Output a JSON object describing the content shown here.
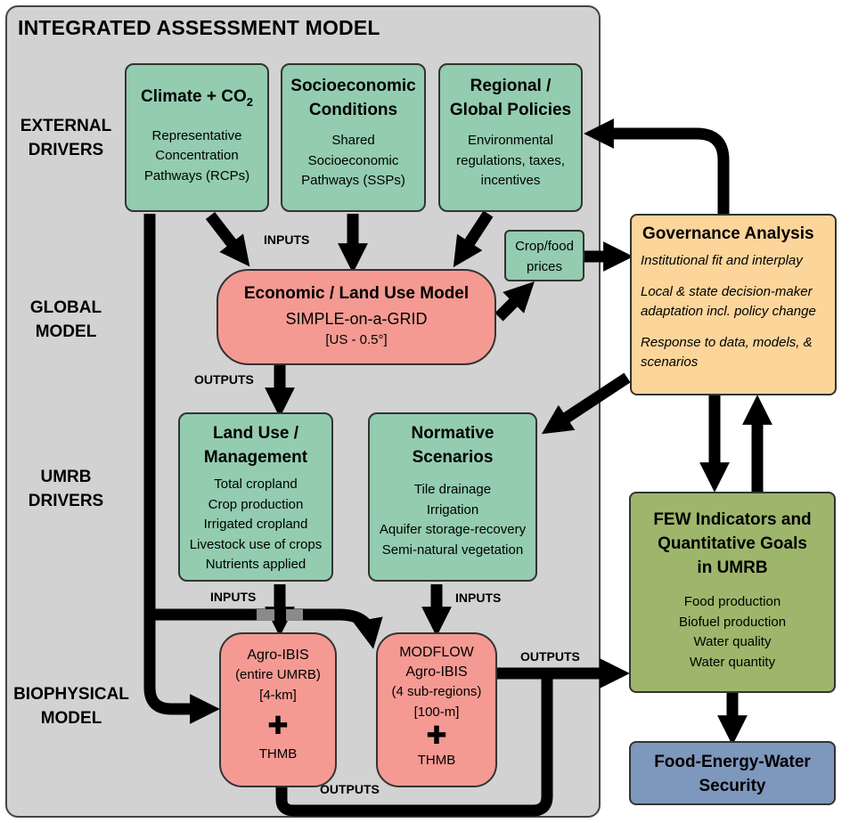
{
  "iam_title": "INTEGRATED ASSESSMENT MODEL",
  "row_labels": {
    "external": [
      "EXTERNAL",
      "DRIVERS"
    ],
    "global": [
      "GLOBAL",
      "MODEL"
    ],
    "umrb": [
      "UMRB",
      "DRIVERS"
    ],
    "biophysical": [
      "BIOPHYSICAL",
      "MODEL"
    ]
  },
  "climate": {
    "title": "Climate + CO",
    "title_sub": "2",
    "lines": [
      "Representative",
      "Concentration",
      "Pathways (RCPs)"
    ]
  },
  "socio": {
    "title": [
      "Socioeconomic",
      "Conditions"
    ],
    "lines": [
      "Shared",
      "Socioeconomic",
      "Pathways (SSPs)"
    ]
  },
  "policies": {
    "title": [
      "Regional /",
      "Global Policies"
    ],
    "lines": [
      "Environmental",
      "regulations, taxes,",
      "incentives"
    ]
  },
  "crop_prices": [
    "Crop/food",
    "prices"
  ],
  "economic": {
    "title": "Economic / Land Use Model",
    "subtitle": "SIMPLE-on-a-GRID",
    "resolution": "[US - 0.5°]"
  },
  "land_use": {
    "title": [
      "Land Use /",
      "Management"
    ],
    "lines": [
      "Total cropland",
      "Crop production",
      "Irrigated cropland",
      "Livestock use of crops",
      "Nutrients applied"
    ]
  },
  "normative": {
    "title": [
      "Normative",
      "Scenarios"
    ],
    "lines": [
      "Tile drainage",
      "Irrigation",
      "Aquifer storage-recovery",
      "Semi-natural vegetation"
    ]
  },
  "agro": {
    "lines": [
      "Agro-IBIS",
      "(entire UMRB)",
      "[4-km]"
    ],
    "plus": "✚",
    "thmb": "THMB"
  },
  "modflow": {
    "lines": [
      "MODFLOW",
      "Agro-IBIS",
      "(4 sub-regions)",
      "[100-m]"
    ],
    "plus": "✚",
    "thmb": "THMB"
  },
  "governance": {
    "title": "Governance Analysis",
    "items": [
      [
        "Institutional fit and interplay"
      ],
      [
        "Local & state decision-maker",
        "adaptation incl. policy change"
      ],
      [
        "Response to data, models, &",
        "scenarios"
      ]
    ]
  },
  "few": {
    "title": [
      "FEW Indicators and",
      "Quantitative Goals",
      "in UMRB"
    ],
    "lines": [
      "Food production",
      "Biofuel production",
      "Water quality",
      "Water quantity"
    ]
  },
  "security": {
    "title": [
      "Food-Energy-Water",
      "Security"
    ]
  },
  "flow_labels": {
    "inputs_top": "INPUTS",
    "outputs_econ": "OUTPUTS",
    "inputs_landuse": "INPUTS",
    "inputs_normative": "INPUTS",
    "outputs_modflow": "OUTPUTS",
    "outputs_bottom": "OUTPUTS"
  },
  "colors": {
    "panel": "#d2d2d2",
    "driver_box": "#93ccaf",
    "model_box": "#f49a93",
    "governance_box": "#fcd59a",
    "few_box": "#9db66b",
    "security_box": "#7e97bd",
    "arrow": "#000000"
  }
}
